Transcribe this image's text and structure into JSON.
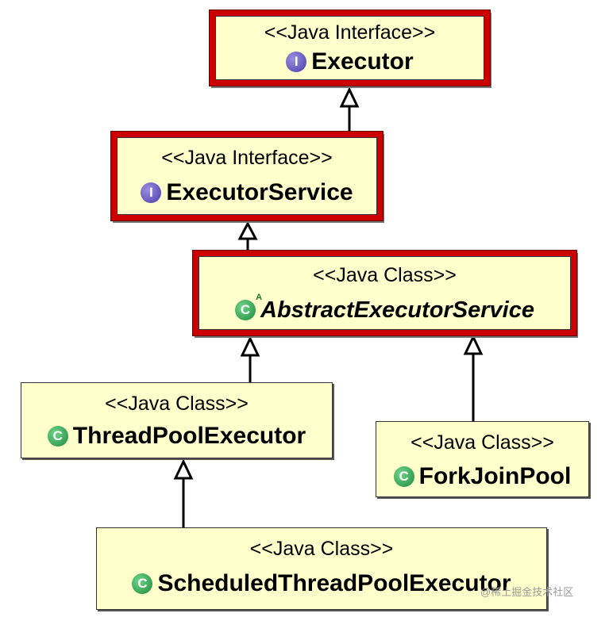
{
  "nodes": {
    "executor": {
      "stereotype": "<<Java Interface>>",
      "name": "Executor",
      "kind": "interface"
    },
    "executor_service": {
      "stereotype": "<<Java Interface>>",
      "name": "ExecutorService",
      "kind": "interface"
    },
    "abstract_executor_service": {
      "stereotype": "<<Java Class>>",
      "name": "AbstractExecutorService",
      "kind": "abstract-class",
      "badge": "A"
    },
    "thread_pool_executor": {
      "stereotype": "<<Java Class>>",
      "name": "ThreadPoolExecutor",
      "kind": "class"
    },
    "fork_join_pool": {
      "stereotype": "<<Java Class>>",
      "name": "ForkJoinPool",
      "kind": "class"
    },
    "scheduled_thread_pool_executor": {
      "stereotype": "<<Java Class>>",
      "name": "ScheduledThreadPoolExecutor",
      "kind": "class"
    }
  },
  "icons": {
    "interface": "I",
    "class": "C"
  },
  "colors": {
    "box_fill": "#ffffcc",
    "highlight_border": "#cc0000",
    "interface_icon": "#4b3aa8",
    "class_icon": "#1e8a3a"
  },
  "edges": [
    {
      "from": "executor_service",
      "to": "executor",
      "type": "inheritance"
    },
    {
      "from": "abstract_executor_service",
      "to": "executor_service",
      "type": "inheritance"
    },
    {
      "from": "thread_pool_executor",
      "to": "abstract_executor_service",
      "type": "inheritance"
    },
    {
      "from": "fork_join_pool",
      "to": "abstract_executor_service",
      "type": "inheritance"
    },
    {
      "from": "scheduled_thread_pool_executor",
      "to": "thread_pool_executor",
      "type": "inheritance"
    }
  ],
  "watermark": "@稀土掘金技术社区"
}
